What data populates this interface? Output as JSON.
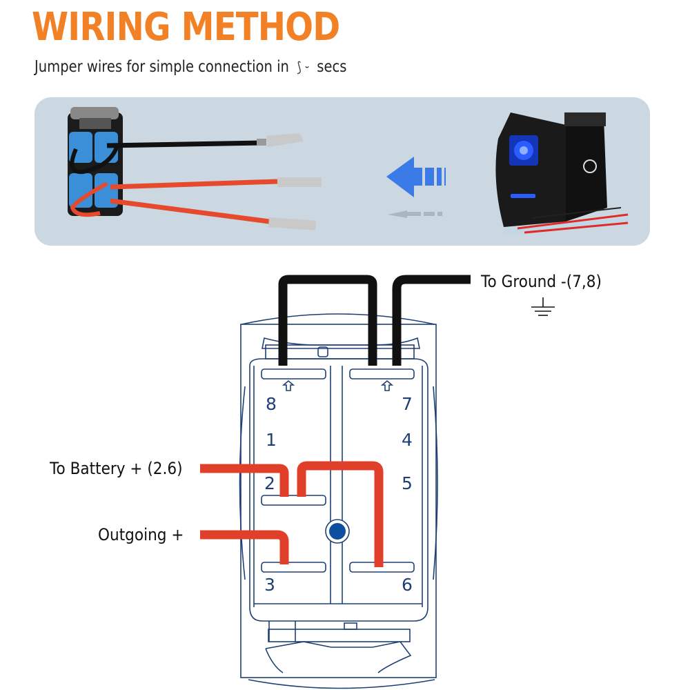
{
  "header": {
    "title": "WIRING METHOD",
    "subtitle_prefix": "Jumper wires for simple connection in",
    "subtitle_glyph": "⟆ ⏑",
    "subtitle_suffix": "secs"
  },
  "photo_panel": {
    "left_image": "rocker-switch-back-with-jumper-wires",
    "arrow_direction": "left",
    "right_image": "illuminated-blue-rocker-switch-with-leads"
  },
  "wiring_diagram": {
    "labels": {
      "ground": "To Ground -(7,8)",
      "battery": "To Battery + (2.6)",
      "outgoing": "Outgoing +"
    },
    "pins": {
      "p8": "8",
      "p7": "7",
      "p1": "1",
      "p4": "4",
      "p2": "2",
      "p5": "5",
      "p3": "3",
      "p6": "6"
    },
    "colors": {
      "ground_wire": "#111111",
      "power_wire": "#e0402a",
      "outline": "#1e3f73",
      "title": "#f28125",
      "panel_bg": "#cbd7e1",
      "arrow": "#3b7be8"
    }
  }
}
